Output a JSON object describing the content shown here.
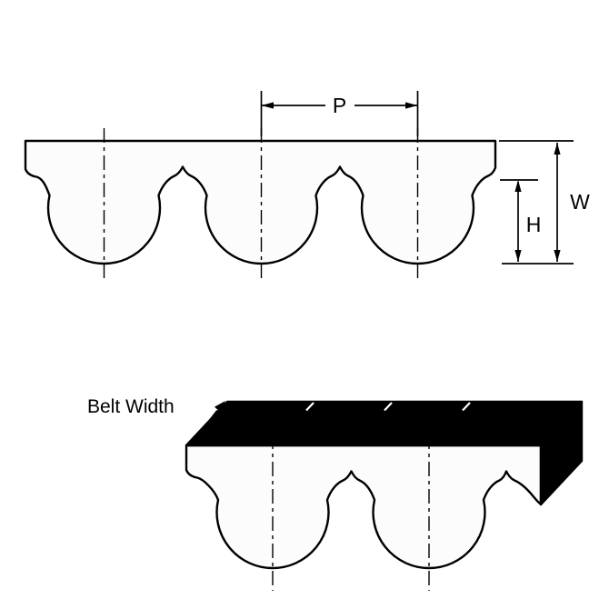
{
  "diagram": {
    "description": "timing-belt tooth profile drawing with pitch, height and width dimensions plus isometric belt view",
    "dimension_labels": {
      "pitch": "P",
      "belt_thickness": "W",
      "tooth_height": "H"
    },
    "annotations": {
      "belt_width": "Belt Width"
    },
    "colors": {
      "line": "#000000",
      "belt_fill": "#fcfcfc",
      "solid_face": "#000000",
      "background": "#ffffff"
    }
  }
}
